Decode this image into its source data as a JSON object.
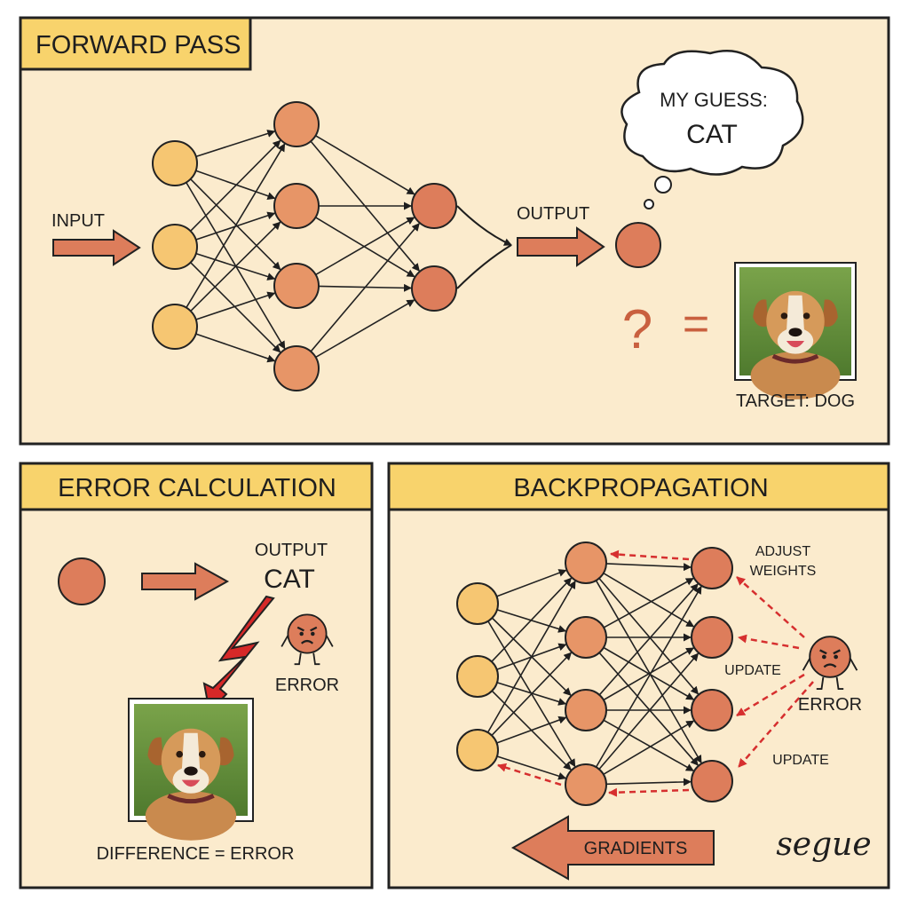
{
  "colors": {
    "panel_bg": "#fbebcd",
    "header_bg": "#f8d36c",
    "input_node": "#f6c672",
    "hidden_node": "#e79567",
    "output_node": "#dd7d5b",
    "arrow_fill": "#dd7d5b",
    "dashed_arrow": "#d62f2f",
    "lightning": "#d62828",
    "outline": "#222222"
  },
  "forward_pass": {
    "header": "FORWARD PASS",
    "input_label": "INPUT",
    "output_label": "OUTPUT",
    "thought_line1": "MY GUESS:",
    "thought_line2": "CAT",
    "question_mark": "?",
    "equals_sign": "=",
    "target_label": "TARGET: DOG",
    "target_image": "dog-photo"
  },
  "error_calculation": {
    "header": "ERROR CALCULATION",
    "output_label": "OUTPUT",
    "output_value": "CAT",
    "error_label": "ERROR",
    "difference_label": "DIFFERENCE = ERROR",
    "error_character_icon": "angry-face-icon",
    "lightning_icon": "lightning-bolt-icon",
    "image": "dog-photo"
  },
  "backpropagation": {
    "header": "BACKPROPAGATION",
    "adjust_line1": "ADJUST",
    "adjust_line2": "WEIGHTS",
    "update_label_1": "UPDATE",
    "update_label_2": "UPDATE",
    "error_label": "ERROR",
    "gradients_label": "GRADIENTS",
    "signature": "segue",
    "error_character_icon": "angry-face-icon"
  }
}
